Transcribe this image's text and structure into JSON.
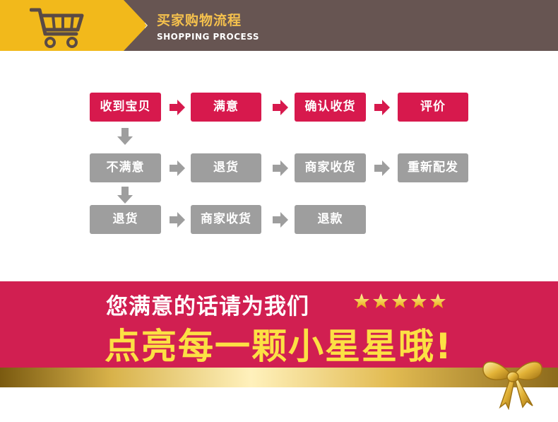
{
  "header": {
    "title": "买家购物流程",
    "subtitle": "SHOPPING PROCESS",
    "icon": "shopping-cart-icon"
  },
  "process": {
    "row1": [
      "收到宝贝",
      "满意",
      "确认收货",
      "评价"
    ],
    "row2": [
      "不满意",
      "退货",
      "商家收货",
      "重新配发"
    ],
    "row3": [
      "退货",
      "商家收货",
      "退款"
    ]
  },
  "banner": {
    "line1": "您满意的话请为我们",
    "line2": "点亮每一颗小星星哦!",
    "star_count": 5
  },
  "colors": {
    "header_yellow": "#f2b91b",
    "header_brown": "#675552",
    "red": "#d7194d",
    "gray": "#9e9e9e",
    "banner_red": "#d11f51",
    "banner_yellow": "#fce044"
  }
}
